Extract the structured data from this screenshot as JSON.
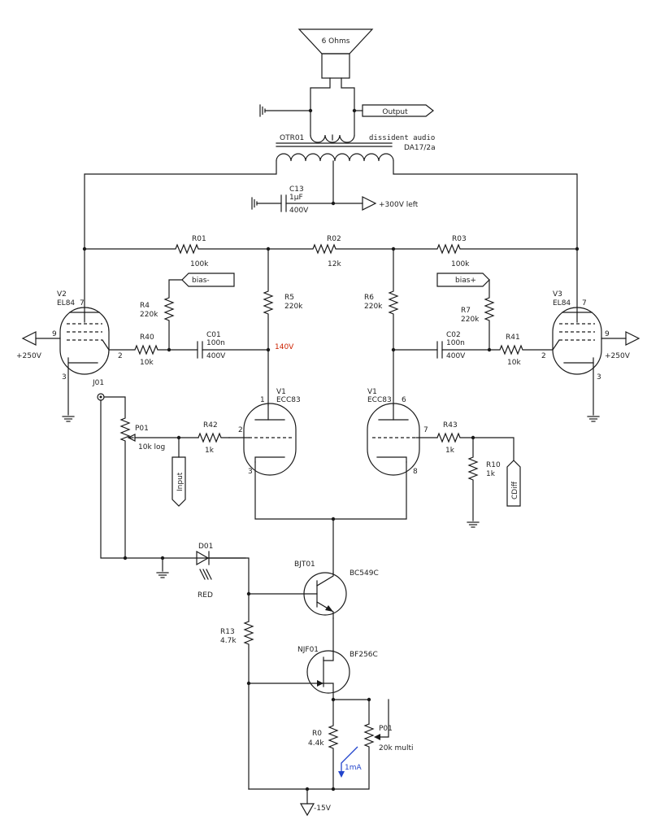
{
  "speaker": {
    "label": "6 Ohms"
  },
  "output_port": {
    "label": "Output"
  },
  "transformer": {
    "ref": "OTR01",
    "maker": "dissident audio",
    "model": "DA17/2a"
  },
  "c13": {
    "ref": "C13",
    "value": "1µF",
    "voltage": "400V"
  },
  "supply_left": {
    "label": "+300V left"
  },
  "r01": {
    "ref": "R01",
    "value": "100k"
  },
  "r02": {
    "ref": "R02",
    "value": "12k"
  },
  "r03": {
    "ref": "R03",
    "value": "100k"
  },
  "bias_minus": {
    "label": "bias-"
  },
  "bias_plus": {
    "label": "bias+"
  },
  "r4": {
    "ref": "R4",
    "value": "220k"
  },
  "r5": {
    "ref": "R5",
    "value": "220k"
  },
  "r6": {
    "ref": "R6",
    "value": "220k"
  },
  "r7": {
    "ref": "R7",
    "value": "220k"
  },
  "v2": {
    "ref": "V2",
    "type": "EL84",
    "pin_plate": "7",
    "pin_g2": "9",
    "pin_grid": "2",
    "pin_cathode": "3",
    "supply": "+250V"
  },
  "v3": {
    "ref": "V3",
    "type": "EL84",
    "pin_plate": "7",
    "pin_g2": "9",
    "pin_grid": "2",
    "pin_cathode": "3",
    "supply": "+250V"
  },
  "r40": {
    "ref": "R40",
    "value": "10k"
  },
  "r41": {
    "ref": "R41",
    "value": "10k"
  },
  "c01": {
    "ref": "C01",
    "value": "100n",
    "voltage": "400V"
  },
  "c02": {
    "ref": "C02",
    "value": "100n",
    "voltage": "400V"
  },
  "plate_voltage": {
    "label": "140V"
  },
  "v1a": {
    "ref": "V1",
    "type": "ECC83",
    "pin_plate": "1",
    "pin_grid": "2",
    "pin_cathode": "3"
  },
  "v1b": {
    "ref": "V1",
    "type": "ECC83",
    "pin_plate": "6",
    "pin_grid": "7",
    "pin_cathode": "8"
  },
  "j01": {
    "ref": "J01"
  },
  "p01_vol": {
    "ref": "P01",
    "value": "10k log"
  },
  "r42": {
    "ref": "R42",
    "value": "1k"
  },
  "r43": {
    "ref": "R43",
    "value": "1k"
  },
  "r10": {
    "ref": "R10",
    "value": "1k"
  },
  "input_port": {
    "label": "Input"
  },
  "cdiff_port": {
    "label": "CDiff"
  },
  "d01": {
    "ref": "D01",
    "color": "RED"
  },
  "bjt01": {
    "ref": "BJT01",
    "type": "BC549C"
  },
  "r13": {
    "ref": "R13",
    "value": "4.7k"
  },
  "njf01": {
    "ref": "NJF01",
    "type": "BF256C"
  },
  "r0": {
    "ref": "R0",
    "value": "4.4k"
  },
  "p01_trim": {
    "ref": "P01",
    "value": "20k multi"
  },
  "current": {
    "label": "1mA"
  },
  "supply_neg": {
    "label": "-15V"
  },
  "colors": {
    "wire": "#1a1a1a",
    "voltage_note": "#cc2200",
    "current_note": "#2244cc",
    "background": "#ffffff"
  }
}
